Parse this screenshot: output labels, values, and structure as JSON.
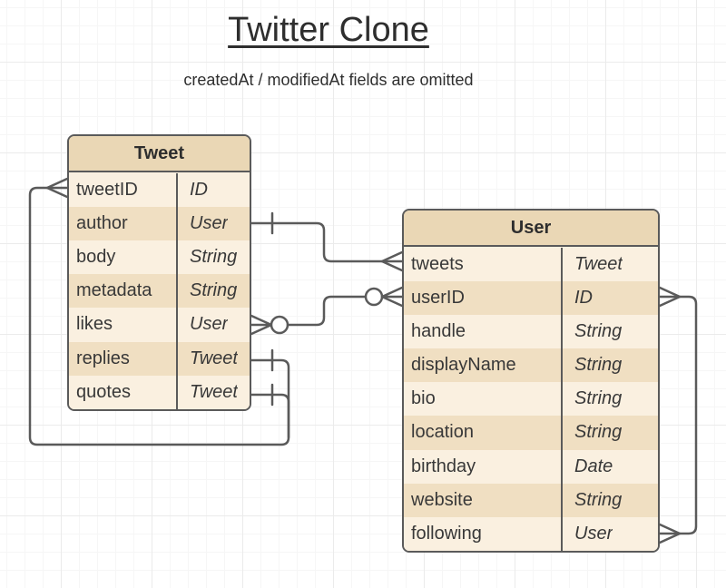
{
  "title": "Twitter Clone",
  "subtitle": "createdAt / modifiedAt fields are omitted",
  "entities": [
    {
      "name": "Tweet",
      "fields": [
        {
          "name": "tweetID",
          "type": "ID"
        },
        {
          "name": "author",
          "type": "User"
        },
        {
          "name": "body",
          "type": "String"
        },
        {
          "name": "metadata",
          "type": "String"
        },
        {
          "name": "likes",
          "type": "User"
        },
        {
          "name": "replies",
          "type": "Tweet"
        },
        {
          "name": "quotes",
          "type": "Tweet"
        }
      ]
    },
    {
      "name": "User",
      "fields": [
        {
          "name": "tweets",
          "type": "Tweet"
        },
        {
          "name": "userID",
          "type": "ID"
        },
        {
          "name": "handle",
          "type": "String"
        },
        {
          "name": "displayName",
          "type": "String"
        },
        {
          "name": "bio",
          "type": "String"
        },
        {
          "name": "location",
          "type": "String"
        },
        {
          "name": "birthday",
          "type": "Date"
        },
        {
          "name": "website",
          "type": "String"
        },
        {
          "name": "following",
          "type": "User"
        }
      ]
    }
  ],
  "relationships": [
    {
      "from": "Tweet.author",
      "to": "User.tweets",
      "from_cardinality": "one",
      "to_cardinality": "many"
    },
    {
      "from": "Tweet.likes",
      "to": "User.userID",
      "from_cardinality": "zero-or-many",
      "to_cardinality": "zero-or-many"
    },
    {
      "from": "Tweet.replies",
      "to": "Tweet.tweetID",
      "from_cardinality": "one",
      "to_cardinality": "many"
    },
    {
      "from": "Tweet.quotes",
      "to": "Tweet.tweetID",
      "from_cardinality": "one",
      "to_cardinality": "many"
    },
    {
      "from": "User.following",
      "to": "User.userID",
      "from_cardinality": "many",
      "to_cardinality": "many"
    }
  ],
  "colors": {
    "header_fill": "#ead7b5",
    "row_light": "#faf0e0",
    "row_dark": "#f0dfc2",
    "stroke": "#5a5a5a",
    "text": "#383838",
    "canvas": "#ffffff",
    "grid_minor": "#f6f6f6",
    "grid_major": "#ebebeb"
  }
}
